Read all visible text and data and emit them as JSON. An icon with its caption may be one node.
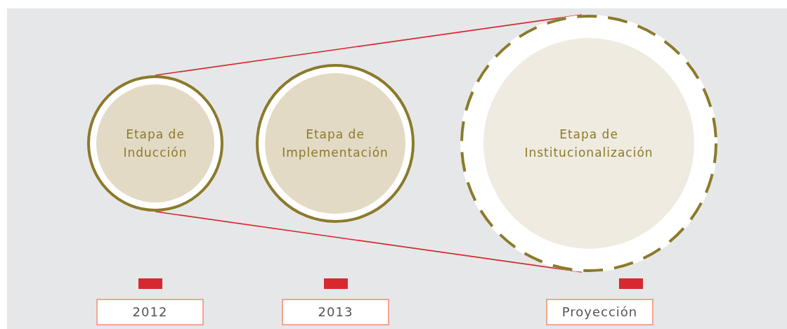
{
  "diagram": {
    "nodes": [
      {
        "text": [
          "Etapa de Inducción"
        ]
      },
      {
        "text": [
          "Etapa de Implementación"
        ]
      },
      {
        "text": [
          "Etapa de Institucionalización"
        ]
      },
      {
        "text": [
          "2012"
        ]
      },
      {
        "text": [
          "2013"
        ]
      },
      {
        "text": [
          "Proyección"
        ]
      }
    ],
    "edges": [
      {
        "from": 0,
        "to": 2,
        "arrow": "none",
        "color": "#d7282f"
      },
      {
        "from": 0,
        "to": 2,
        "arrow": "none",
        "color": "#d7282f"
      }
    ]
  }
}
